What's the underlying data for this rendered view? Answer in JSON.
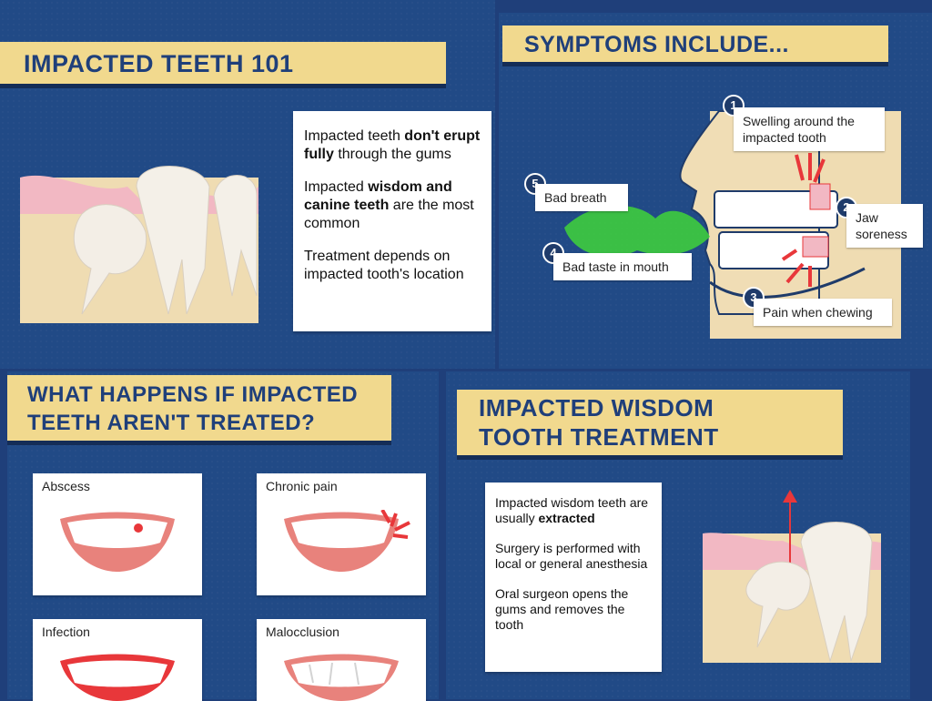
{
  "section1": {
    "title": "IMPACTED TEETH 101",
    "points": [
      {
        "pre": "Impacted teeth ",
        "bold": "don't erupt fully",
        "post": " through the gums"
      },
      {
        "pre": "Impacted ",
        "bold": "wisdom and canine teeth",
        "post": " are the most common"
      },
      {
        "pre": "Treatment depends on impacted tooth's location",
        "bold": "",
        "post": ""
      }
    ]
  },
  "section2": {
    "title": "SYMPTOMS INCLUDE...",
    "symptoms": [
      {
        "num": "1",
        "label": "Swelling around the impacted tooth"
      },
      {
        "num": "2",
        "label": "Jaw soreness"
      },
      {
        "num": "3",
        "label": "Pain when chewing"
      },
      {
        "num": "4",
        "label": "Bad taste in mouth"
      },
      {
        "num": "5",
        "label": "Bad breath"
      }
    ]
  },
  "section3": {
    "title_line1": "WHAT HAPPENS IF IMPACTED",
    "title_line2": "TEETH AREN'T TREATED?",
    "outcomes": [
      "Abscess",
      "Chronic pain",
      "Infection",
      "Malocclusion"
    ]
  },
  "section4": {
    "title_line1": "IMPACTED WISDOM",
    "title_line2": "TOOTH TREATMENT",
    "points": [
      {
        "pre": "Impacted wisdom teeth are usually ",
        "bold": "extracted",
        "post": ""
      },
      {
        "pre": "Surgery is performed with local or general anesthesia",
        "bold": "",
        "post": ""
      },
      {
        "pre": "Oral surgeon opens the gums and removes the tooth",
        "bold": "",
        "post": ""
      }
    ]
  },
  "colors": {
    "navy": "#1f3f7a",
    "banner": "#f1d98e",
    "gum": "#f2b8c3",
    "bone": "#efdcb2",
    "accent": "#e8373a"
  }
}
